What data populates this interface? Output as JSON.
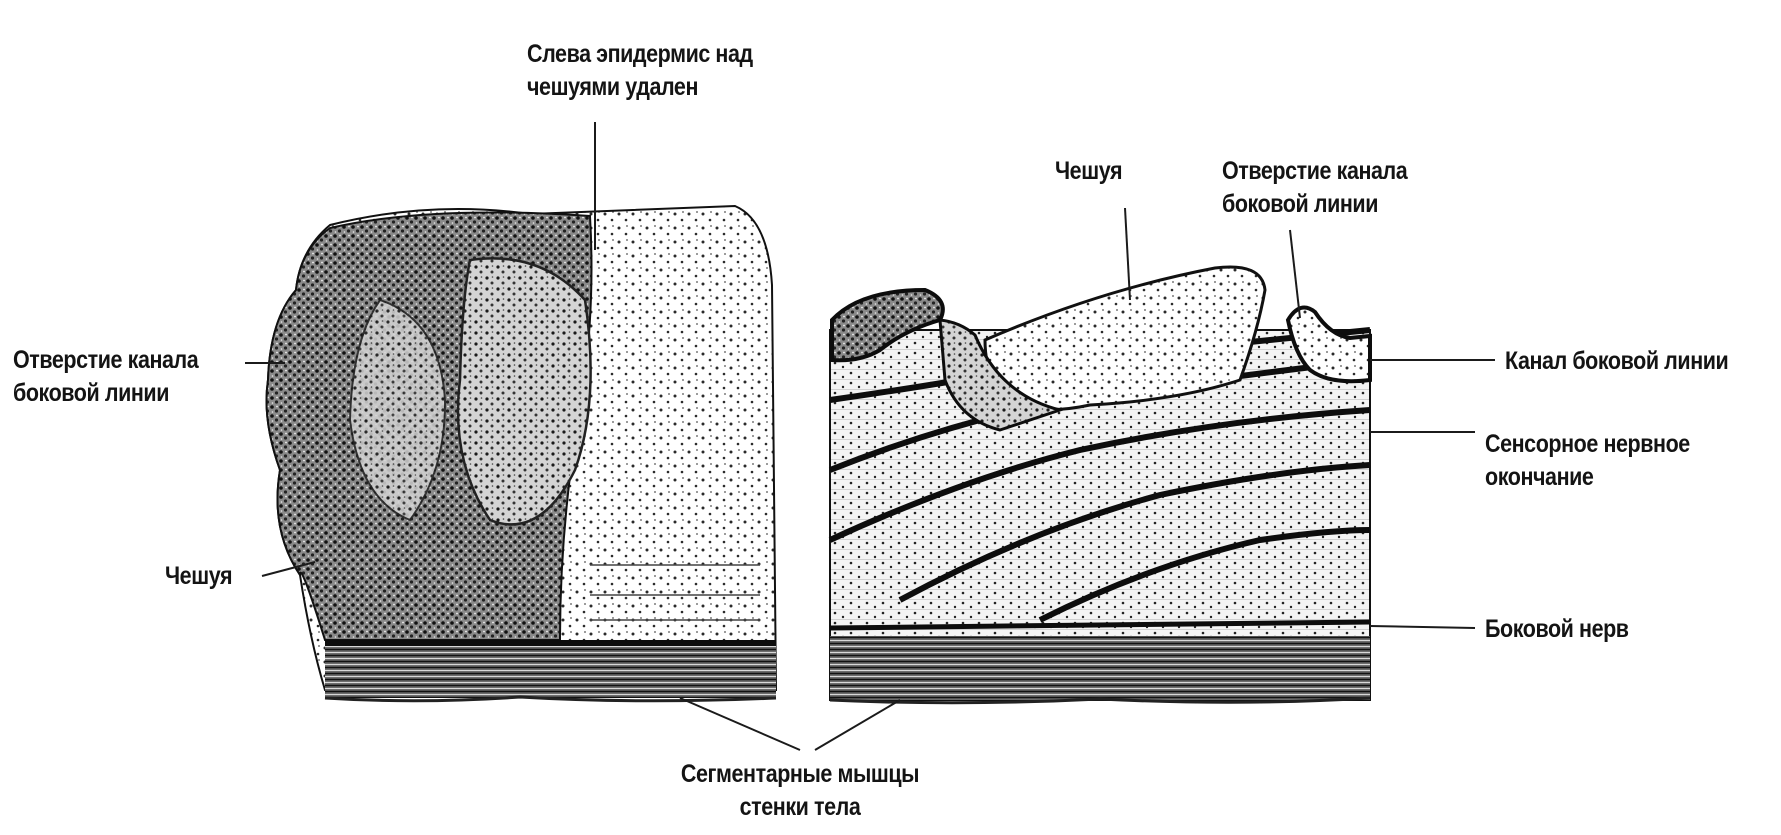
{
  "labels": {
    "epidermis_removed": "Слева эпидермис над\nчешуями удален",
    "pore_left": "Отверстие канала\nбоковой линии",
    "scale_left": "Чешуя",
    "scale_right": "Чешуя",
    "pore_right": "Отверстие канала\nбоковой линии",
    "lateral_canal": "Канал боковой линии",
    "sensory_nerve": "Сенсорное нервное\nокончание",
    "lateral_nerve": "Боковой нерв",
    "segment_muscles": "Сегментарные мышцы\nстенки тела"
  },
  "colors": {
    "ink": "#141414",
    "background": "#ffffff"
  }
}
